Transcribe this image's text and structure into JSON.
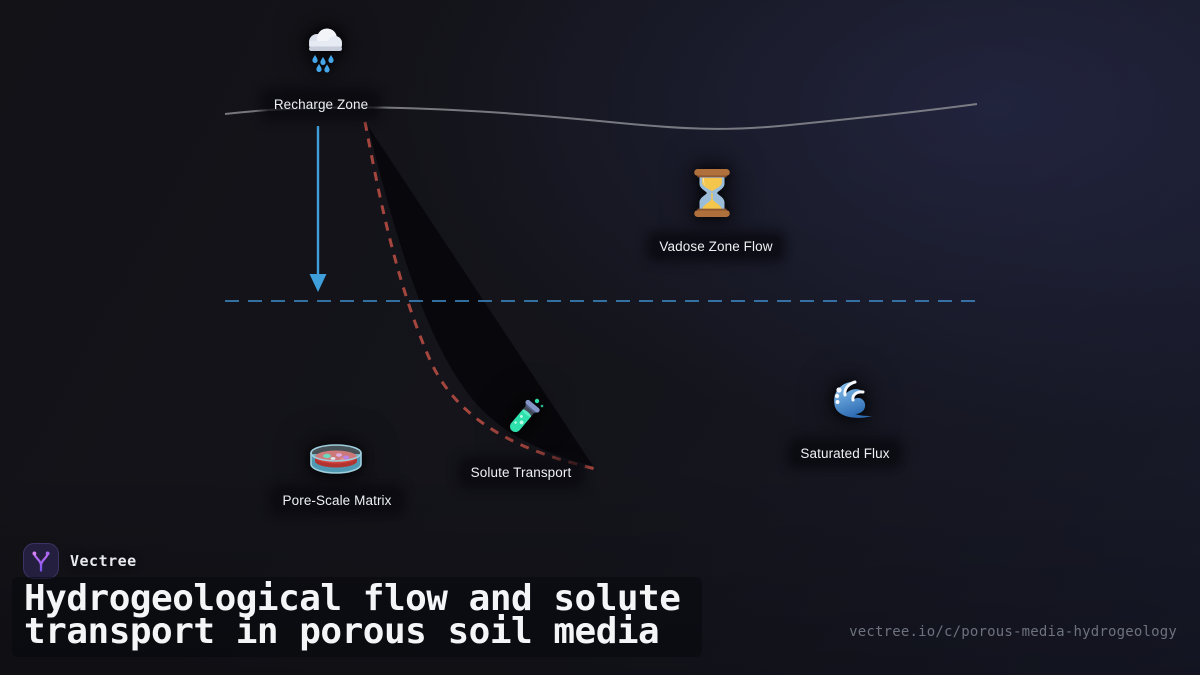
{
  "brand": {
    "name": "Vectree",
    "logo_icon": "vectree-branch-icon"
  },
  "heading": {
    "line1": "Hydrogeological flow and solute",
    "line2": "transport in porous soil media"
  },
  "link": {
    "url": "vectree.io/c/porous-media-hydrogeology"
  },
  "nodes": [
    {
      "id": "recharge-zone",
      "label": "Recharge Zone",
      "icon": "rain-cloud-icon"
    },
    {
      "id": "vadose-zone-flow",
      "label": "Vadose Zone Flow",
      "icon": "hourglass-icon"
    },
    {
      "id": "pore-scale-matrix",
      "label": "Pore-Scale Matrix",
      "icon": "petri-dish-icon"
    },
    {
      "id": "solute-transport",
      "label": "Solute Transport",
      "icon": "test-tube-icon"
    },
    {
      "id": "saturated-flux",
      "label": "Saturated Flux",
      "icon": "wave-icon"
    }
  ],
  "colors": {
    "recharge_arrow_blue": "#3f9fdb",
    "water_table_blue": "#3a82bd",
    "solute_path_red": "#a5463e",
    "ground_line_gray": "#8a8b90",
    "shadow_cone_fill": "#07070b",
    "accent_purple": "#b06ef0"
  }
}
